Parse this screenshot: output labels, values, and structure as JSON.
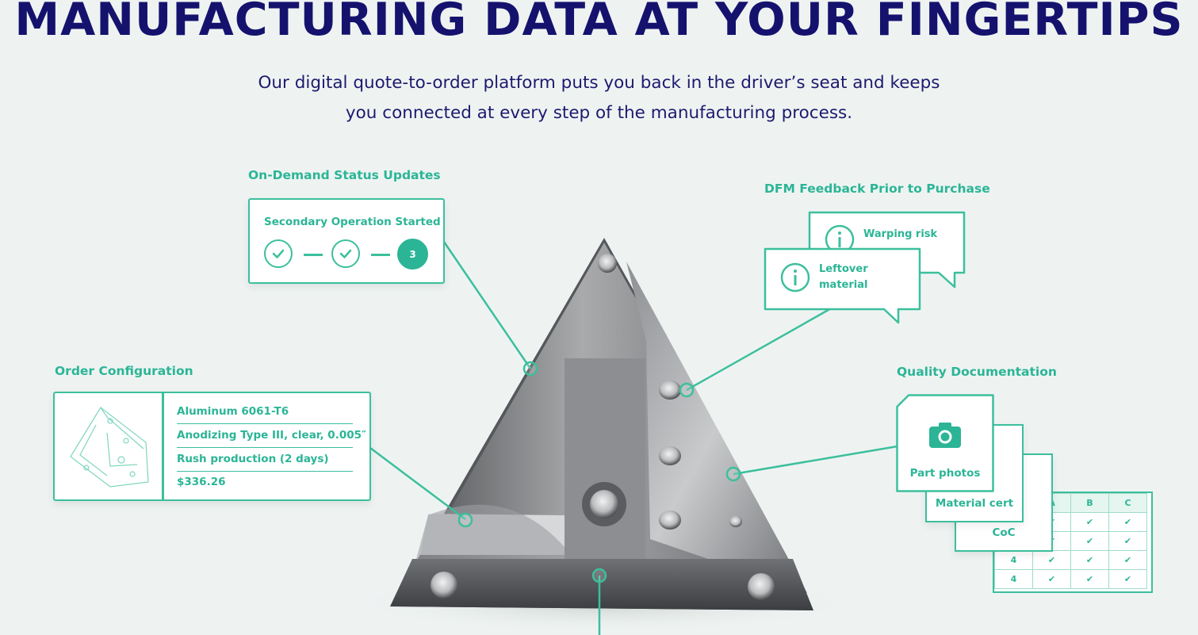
{
  "headline": "MANUFACTURING DATA AT YOUR FINGERTIPS",
  "subtitle": {
    "line1": "Our digital quote-to-order platform puts you back in the driver’s seat and keeps",
    "line2": "you connected at every step of the manufacturing process."
  },
  "colors": {
    "accent": "#2bb596",
    "heading": "#15126e",
    "background": "#eef3f2"
  },
  "status_updates": {
    "label": "On-Demand Status Updates",
    "card_title": "Secondary Operation Started",
    "steps": [
      {
        "state": "done",
        "icon": "check-icon"
      },
      {
        "state": "done",
        "icon": "check-icon"
      },
      {
        "state": "current",
        "number": "3"
      }
    ]
  },
  "dfm_feedback": {
    "label": "DFM Feedback Prior to Purchase",
    "messages": [
      {
        "icon": "info-icon",
        "text": "Warping risk"
      },
      {
        "icon": "info-icon",
        "text_line1": "Leftover",
        "text_line2": "material"
      }
    ]
  },
  "order_configuration": {
    "label": "Order Configuration",
    "specs": [
      "Aluminum 6061-T6",
      "Anodizing Type III, clear, 0.005″",
      "Rush production (2 days)",
      "$336.26"
    ]
  },
  "quality_documentation": {
    "label": "Quality Documentation",
    "documents": [
      {
        "icon": "camera-icon",
        "label": "Part photos"
      },
      {
        "label": "Material cert"
      },
      {
        "label": "CoC"
      }
    ],
    "table": {
      "headers": [
        "A",
        "B",
        "C"
      ],
      "row_labels": [
        "",
        "",
        "4",
        "4"
      ]
    }
  }
}
